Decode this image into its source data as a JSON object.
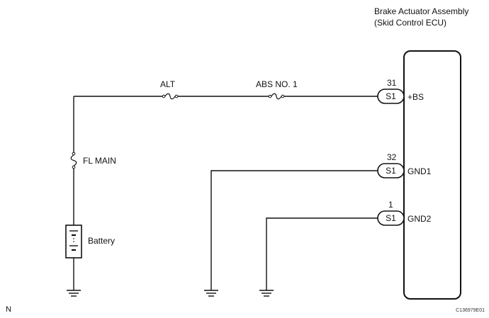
{
  "ecu": {
    "title_line1": "Brake Actuator Assembly",
    "title_line2": "(Skid Control ECU)"
  },
  "fuses": {
    "alt": "ALT",
    "abs_no1": "ABS NO. 1",
    "fl_main": "FL MAIN"
  },
  "battery": {
    "label": "Battery"
  },
  "connectors": [
    {
      "pin": "31",
      "connector": "S1",
      "terminal": "+BS"
    },
    {
      "pin": "32",
      "connector": "S1",
      "terminal": "GND1"
    },
    {
      "pin": "1",
      "connector": "S1",
      "terminal": "GND2"
    }
  ],
  "footer": {
    "left_code": "N",
    "figure_id": "C136979E01"
  }
}
